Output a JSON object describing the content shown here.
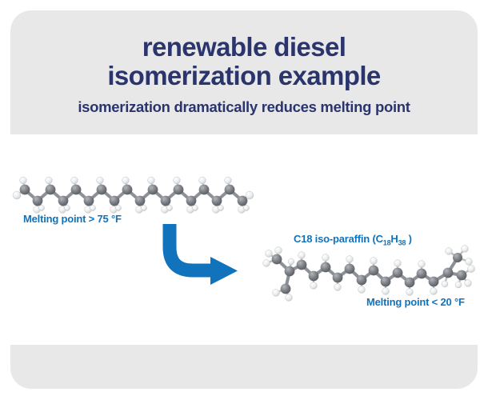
{
  "header": {
    "title_line1": "renewable diesel",
    "title_line2": "isomerization example",
    "subtitle": "isomerization dramatically reduces melting point"
  },
  "diagram": {
    "n_paraffin": {
      "melting_point_label": "Melting point > 75 °F"
    },
    "iso_paraffin": {
      "formula_label": {
        "prefix": "C18 iso-paraffin (C",
        "sub_carbon": "18",
        "mid": "H",
        "sub_hydrogen": "38",
        "suffix": " )"
      },
      "melting_point_label": "Melting point < 20 °F"
    }
  },
  "colors": {
    "navy": "#2a346d",
    "blue": "#1173bc",
    "panel_gray": "#e9e8e8",
    "background": "#ffffff",
    "carbon_light": "#b3b7bb",
    "carbon_mid": "#797d82",
    "carbon_dark": "#54585d",
    "hydrogen_light": "#ffffff",
    "hydrogen_mid": "#eceded",
    "hydrogen_dark": "#c3c6c8",
    "cc_bond": "#8b9196",
    "ch_bond": "#b9bdc0"
  }
}
